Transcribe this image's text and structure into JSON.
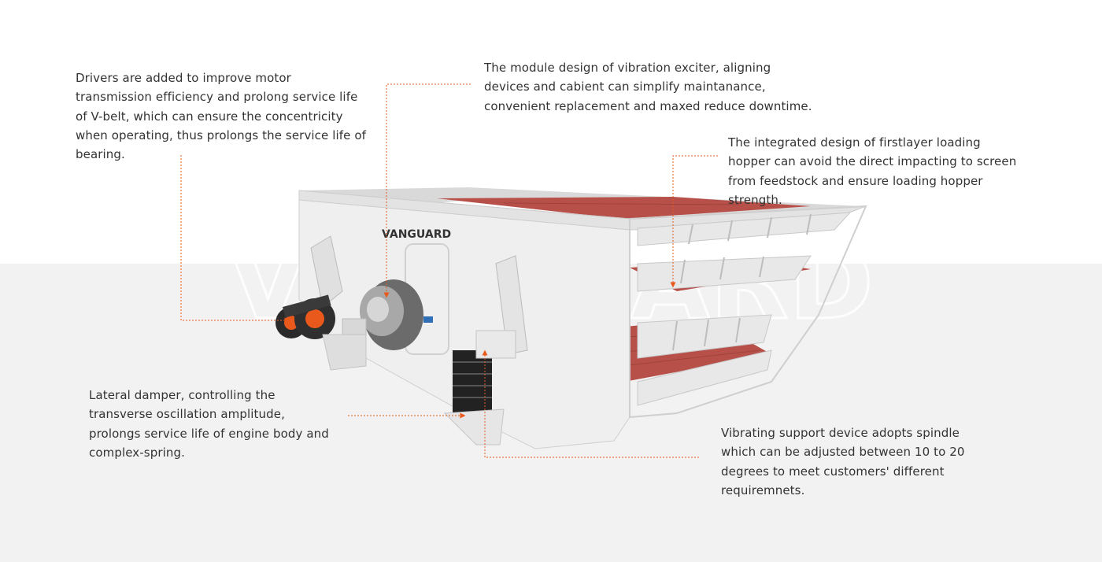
{
  "brand": {
    "logo_text": "VANGUARD",
    "watermark_text": "VANGUARD",
    "accent_color": "#e9591c",
    "screen_mesh_color": "#b8504a",
    "background_band_color": "#f2f2f2"
  },
  "annotations": [
    {
      "id": "drivers",
      "text": "Drivers are added to improve motor transmission efficiency and prolong service life of V-belt, which can ensure the concentricity when operating, thus prolongs the service life of bearing."
    },
    {
      "id": "module-design",
      "text": "The module design of vibration exciter, aligning devices and cabient can simplify maintanance, convenient replacement and maxed reduce downtime."
    },
    {
      "id": "loading-hopper",
      "text": "The integrated design of firstlayer loading hopper can avoid the direct impacting to screen from feedstock and ensure loading hopper strength."
    },
    {
      "id": "lateral-damper",
      "text": "Lateral damper, controlling the transverse oscillation amplitude, prolongs service life of engine body and complex-spring."
    },
    {
      "id": "vibrating-support",
      "text": "Vibrating support device adopts spindle which can be adjusted between 10 to 20 degrees to meet customers' different requiremnets."
    }
  ]
}
